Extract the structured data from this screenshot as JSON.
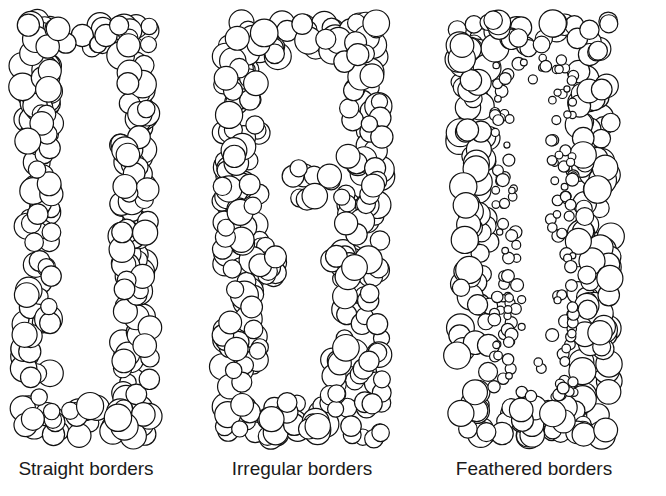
{
  "diagram": {
    "labels": [
      "Straight borders",
      "Irregular borders",
      "Feathered borders"
    ]
  }
}
